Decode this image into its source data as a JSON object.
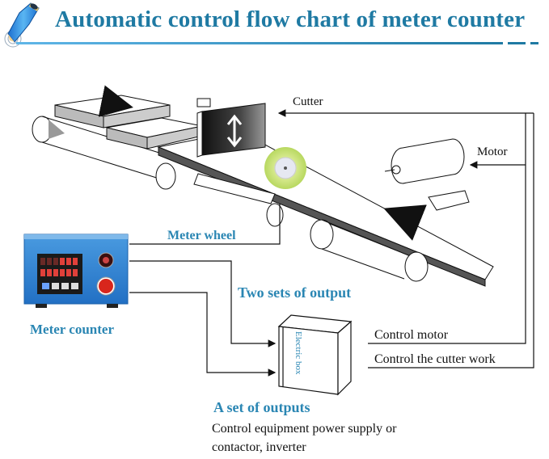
{
  "header": {
    "title": "Automatic control flow chart of meter counter",
    "icon": "pencil-icon",
    "accent_color": "#1f7aa3"
  },
  "labels": {
    "cutter": "Cutter",
    "motor": "Motor",
    "meter_wheel": "Meter wheel",
    "two_sets_of_output": "Two sets of output",
    "meter_counter": "Meter counter",
    "electric_box": "Electric box",
    "control_motor": "Control motor",
    "control_cutter": "Control the cutter work",
    "a_set_of_outputs": "A set of outputs",
    "outputs_desc_line1": "Control equipment power supply or",
    "outputs_desc_line2": "contactor, inverter"
  },
  "colors": {
    "label_blue": "#2a86b3",
    "device_blue": "#2f7fd0",
    "meter_wheel_green": "#c8e27a",
    "display_red": "#e0403a",
    "button_red": "#d8261c"
  }
}
